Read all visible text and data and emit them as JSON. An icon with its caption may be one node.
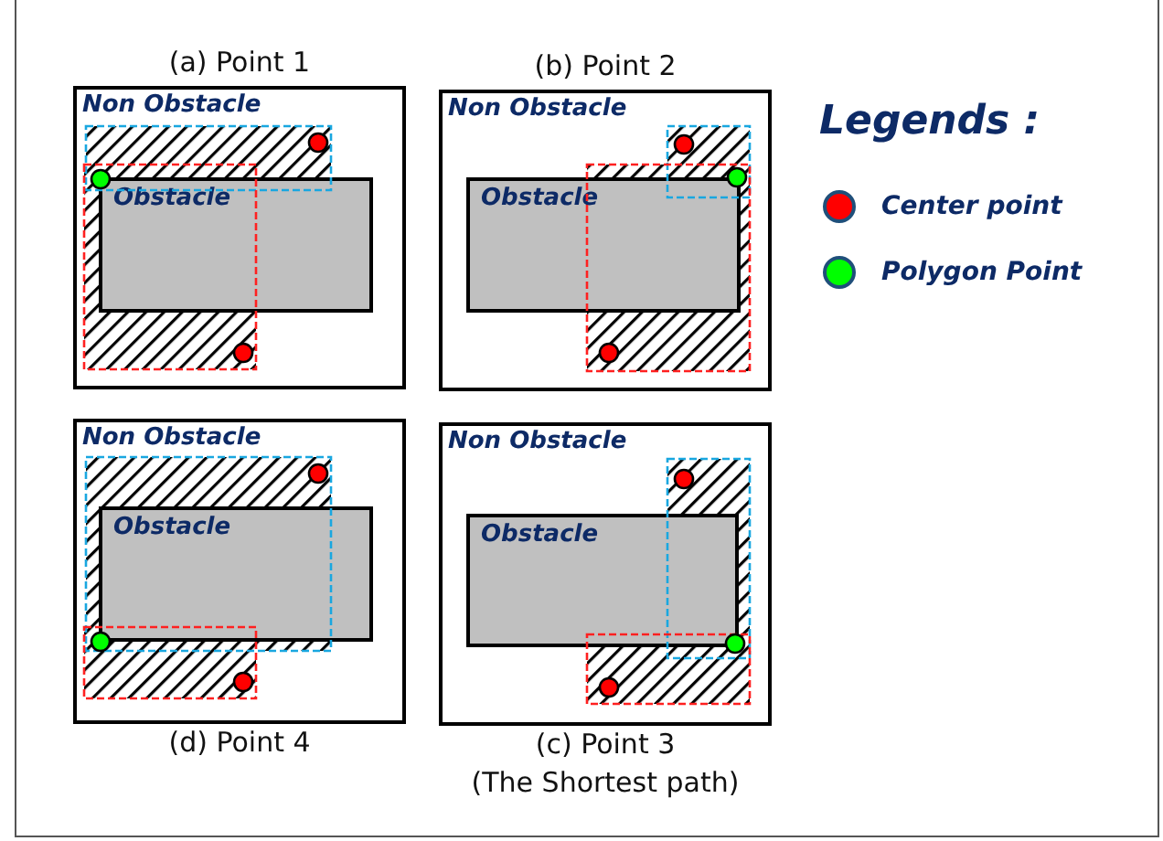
{
  "diagram": {
    "nodes": [
      {
        "text": [
          "(a) Point 1",
          "Non Obstacle"
        ]
      },
      {
        "text": [
          "Obstacle"
        ],
        "in": 0
      },
      {
        "text": [
          "(b) Point 2",
          "Non Obstacle"
        ]
      },
      {
        "text": [
          "Obstacle"
        ],
        "in": 2
      },
      {
        "text": [
          "Non Obstacle",
          "(d) Point 4"
        ]
      },
      {
        "text": [
          "Obstacle"
        ],
        "in": 4
      },
      {
        "text": [
          "Non Obstacle",
          "(c) Point 3",
          "(The Shortest path)"
        ]
      },
      {
        "text": [
          "Obstacle"
        ],
        "in": 6
      }
    ],
    "labels": [
      "Legends :"
    ],
    "legend": [
      {
        "text": "Center point",
        "color": "#ff0000"
      },
      {
        "text": "Polygon Point",
        "color": "#00ff00"
      }
    ]
  }
}
